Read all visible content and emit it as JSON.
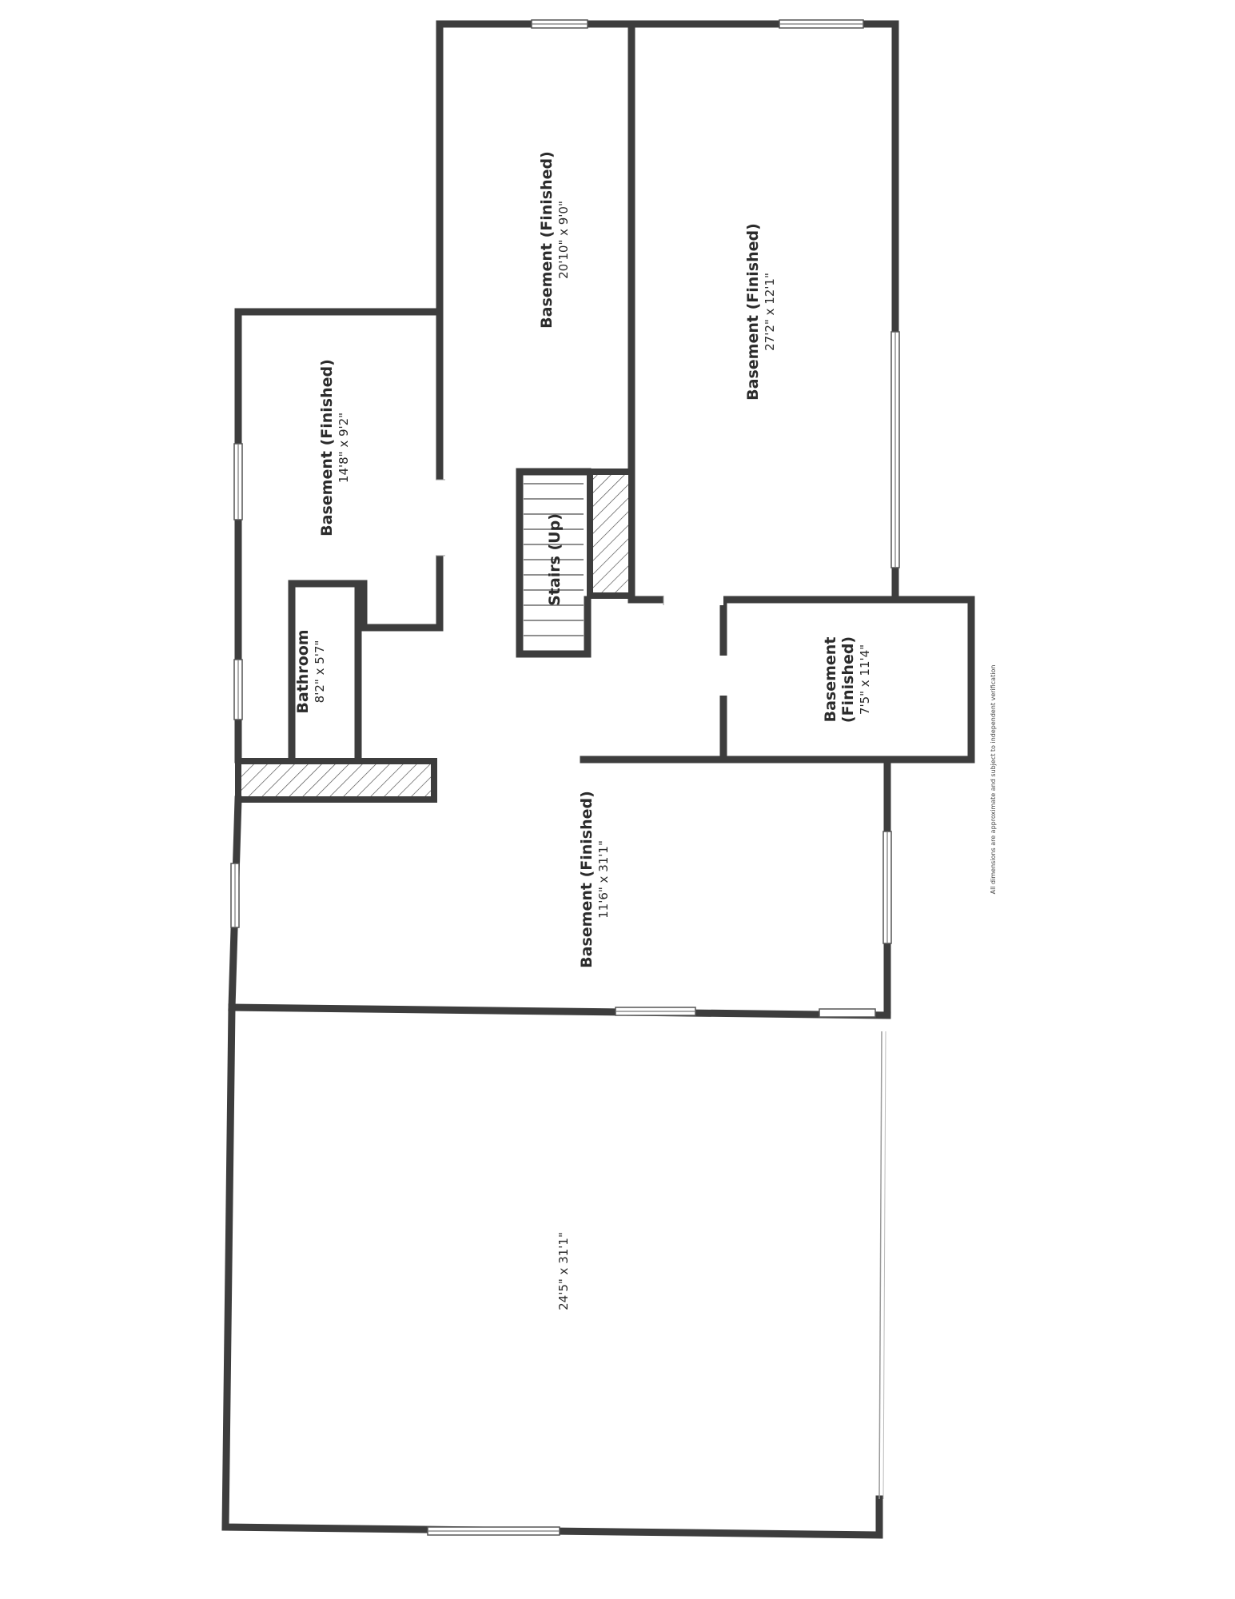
{
  "rooms": {
    "basement_top_mid": {
      "name": "Basement (Finished)",
      "dims": "20'10\" x 9'0\""
    },
    "basement_top_right": {
      "name": "Basement (Finished)",
      "dims": "27'2\" x 12'1\""
    },
    "basement_left": {
      "name": "Basement (Finished)",
      "dims": "14'8\" x 9'2\""
    },
    "stairs": {
      "name": "Stairs (Up)"
    },
    "bathroom": {
      "name": "Bathroom",
      "dims": "8'2\" x 5'7\""
    },
    "basement_small": {
      "name_line1": "Basement",
      "name_line2": "(Finished)",
      "dims": "7'5\" x 11'4\""
    },
    "basement_center": {
      "name": "Basement (Finished)",
      "dims": "11'6\" x 31'1\""
    },
    "garage": {
      "dims": "24'5\" x 31'1\""
    }
  },
  "disclaimer": "All dimensions are approximate and subject to independent verification"
}
